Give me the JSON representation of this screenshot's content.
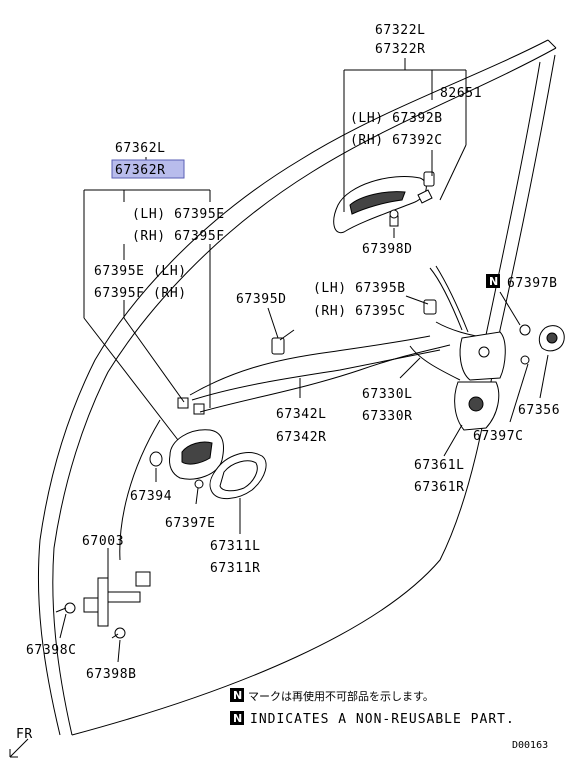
{
  "labels": {
    "p67322L": "67322L",
    "p67322R": "67322R",
    "p82651": "82651",
    "p67392B": "(LH) 67392B",
    "p67392C": "(RH) 67392C",
    "p67398D": "67398D",
    "p67362L": "67362L",
    "p67362R": "67362R",
    "p67395E_top": "(LH) 67395E",
    "p67395F_top": "(RH) 67395F",
    "p67395E_left": "67395E (LH)",
    "p67395F_left": "67395F (RH)",
    "p67395D": "67395D",
    "p67395B": "(LH) 67395B",
    "p67395C": "(RH) 67395C",
    "p67397B": "67397B",
    "p67342L": "67342L",
    "p67342R": "67342R",
    "p67330L": "67330L",
    "p67330R": "67330R",
    "p67356": "67356",
    "p67397C": "67397C",
    "p67361L": "67361L",
    "p67361R": "67361R",
    "p67394": "67394",
    "p67397E": "67397E",
    "p67311L": "67311L",
    "p67311R": "67311R",
    "p67003": "67003",
    "p67398C": "67398C",
    "p67398B": "67398B"
  },
  "legend": {
    "n_symbol": "N",
    "jp_text": "マークは再使用不可部品を示します。",
    "en_text": "INDICATES A NON-REUSABLE PART."
  },
  "orientation": "FR",
  "drawing_code": "D00163",
  "highlight_color": "#b8bcec"
}
